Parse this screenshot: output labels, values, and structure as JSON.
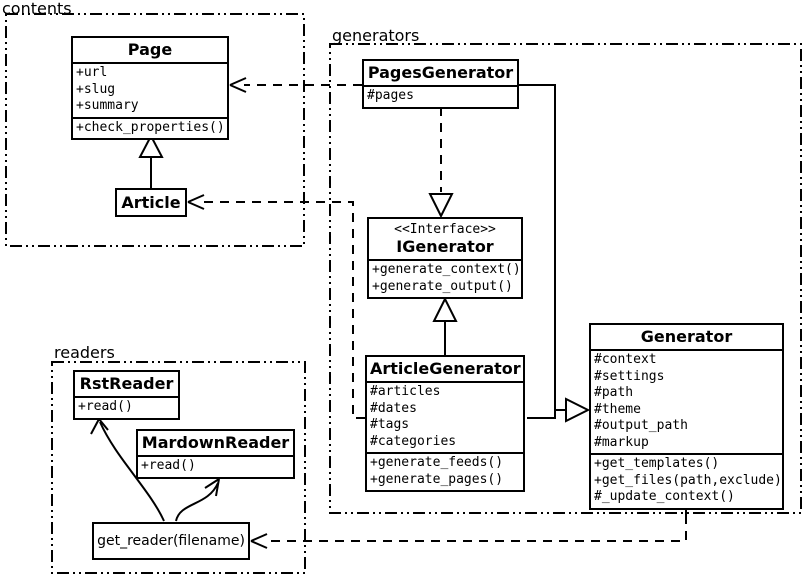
{
  "packages": {
    "contents": {
      "label": "contents"
    },
    "generators": {
      "label": "generators"
    },
    "readers": {
      "label": "readers"
    }
  },
  "classes": {
    "page": {
      "name": "Page",
      "attributes": [
        "+url",
        "+slug",
        "+summary"
      ],
      "methods": [
        "+check_properties()"
      ]
    },
    "article": {
      "name": "Article"
    },
    "pages_generator": {
      "name": "PagesGenerator",
      "attributes": [
        "#pages"
      ]
    },
    "igenerator": {
      "stereotype": "<<Interface>>",
      "name": "IGenerator",
      "methods": [
        "+generate_context()",
        "+generate_output()"
      ]
    },
    "article_generator": {
      "name": "ArticleGenerator",
      "attributes": [
        "#articles",
        "#dates",
        "#tags",
        "#categories"
      ],
      "methods": [
        "+generate_feeds()",
        "+generate_pages()"
      ]
    },
    "generator": {
      "name": "Generator",
      "attributes": [
        "#context",
        "#settings",
        "#path",
        "#theme",
        "#output_path",
        "#markup"
      ],
      "methods": [
        "+get_templates()",
        "+get_files(path,exclude)",
        "#_update_context()"
      ]
    },
    "rst_reader": {
      "name": "RstReader",
      "methods": [
        "+read()"
      ]
    },
    "mardown_reader": {
      "name": "MardownReader",
      "methods": [
        "+read()"
      ]
    },
    "get_reader": {
      "name": "get_reader(filename)"
    }
  },
  "colors": {
    "stroke": "#000000",
    "background": "#ffffff"
  }
}
